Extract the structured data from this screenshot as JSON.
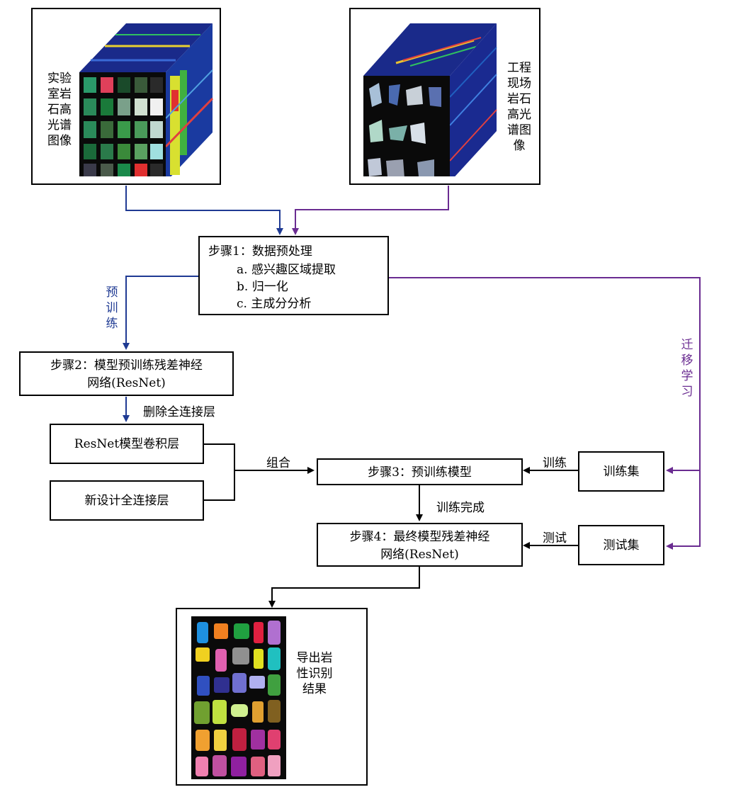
{
  "images": {
    "lab_label": "实验室岩石高光谱图像",
    "field_label": "工程现场岩石高光谱图像",
    "result_label": "导出岩性识别结果"
  },
  "step1": {
    "title": "步骤1：数据预处理",
    "items": [
      "a. 感兴趣区域提取",
      "b. 归一化",
      "c. 主成分分析"
    ]
  },
  "step2": {
    "line1": "步骤2：模型预训练残差神经",
    "line2": "网络(ResNet)"
  },
  "conv_layer": "ResNet模型卷积层",
  "fc_layer": "新设计全连接层",
  "step3": "步骤3：预训练模型",
  "step4": {
    "line1": "步骤4：最终模型残差神经",
    "line2": "网络(ResNet)"
  },
  "train_set": "训练集",
  "test_set": "测试集",
  "edges": {
    "pretrain": "预训练",
    "transfer": "迁移学习",
    "delete_fc": "删除全连接层",
    "combine": "组合",
    "train": "训练",
    "train_done": "训练完成",
    "test": "测试"
  },
  "colors": {
    "blue": "#1f3a93",
    "purple": "#6a2c91",
    "black": "#000000"
  }
}
